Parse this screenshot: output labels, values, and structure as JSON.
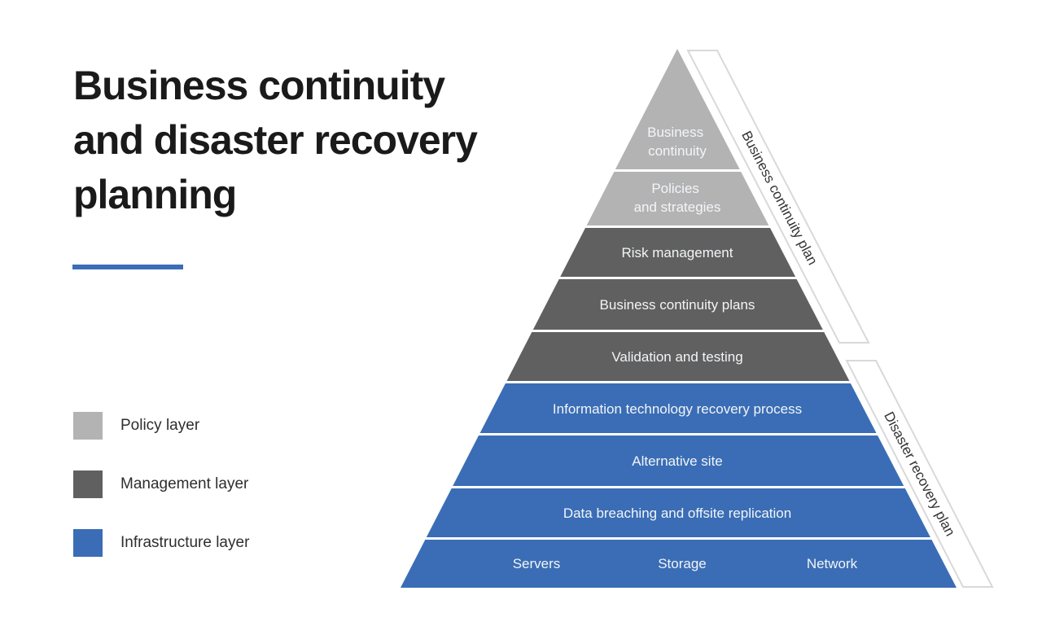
{
  "title": {
    "lines": [
      "Business continuity",
      "and disaster recovery",
      "planning"
    ]
  },
  "colors": {
    "policy": "#b3b3b4",
    "management": "#606060",
    "infrastructure": "#3a6db5",
    "accent_underline": "#3a6eb6",
    "bracket_line": "#d9d9d9",
    "layer_text": "#f2f5f8",
    "bracket_text": "#333333",
    "title_text": "#1a1a1a"
  },
  "legend": {
    "items": [
      {
        "label": "Policy layer"
      },
      {
        "label": "Management layer"
      },
      {
        "label": "Infrastructure layer"
      }
    ]
  },
  "pyramid": {
    "layers": [
      {
        "lines": [
          "Business",
          "continuity"
        ]
      },
      {
        "lines": [
          "Policies",
          "and strategies"
        ]
      },
      {
        "lines": [
          "Risk management"
        ]
      },
      {
        "lines": [
          "Business continuity plans"
        ]
      },
      {
        "lines": [
          "Validation and testing"
        ]
      },
      {
        "lines": [
          "Information technology recovery process"
        ]
      },
      {
        "lines": [
          "Alternative site"
        ]
      },
      {
        "lines": [
          "Data breaching and offsite replication"
        ]
      },
      {
        "items": [
          "Servers",
          "Storage",
          "Network"
        ]
      }
    ],
    "brackets": [
      {
        "label": "Business continuity plan"
      },
      {
        "label": "Disaster recovery plan"
      }
    ]
  }
}
